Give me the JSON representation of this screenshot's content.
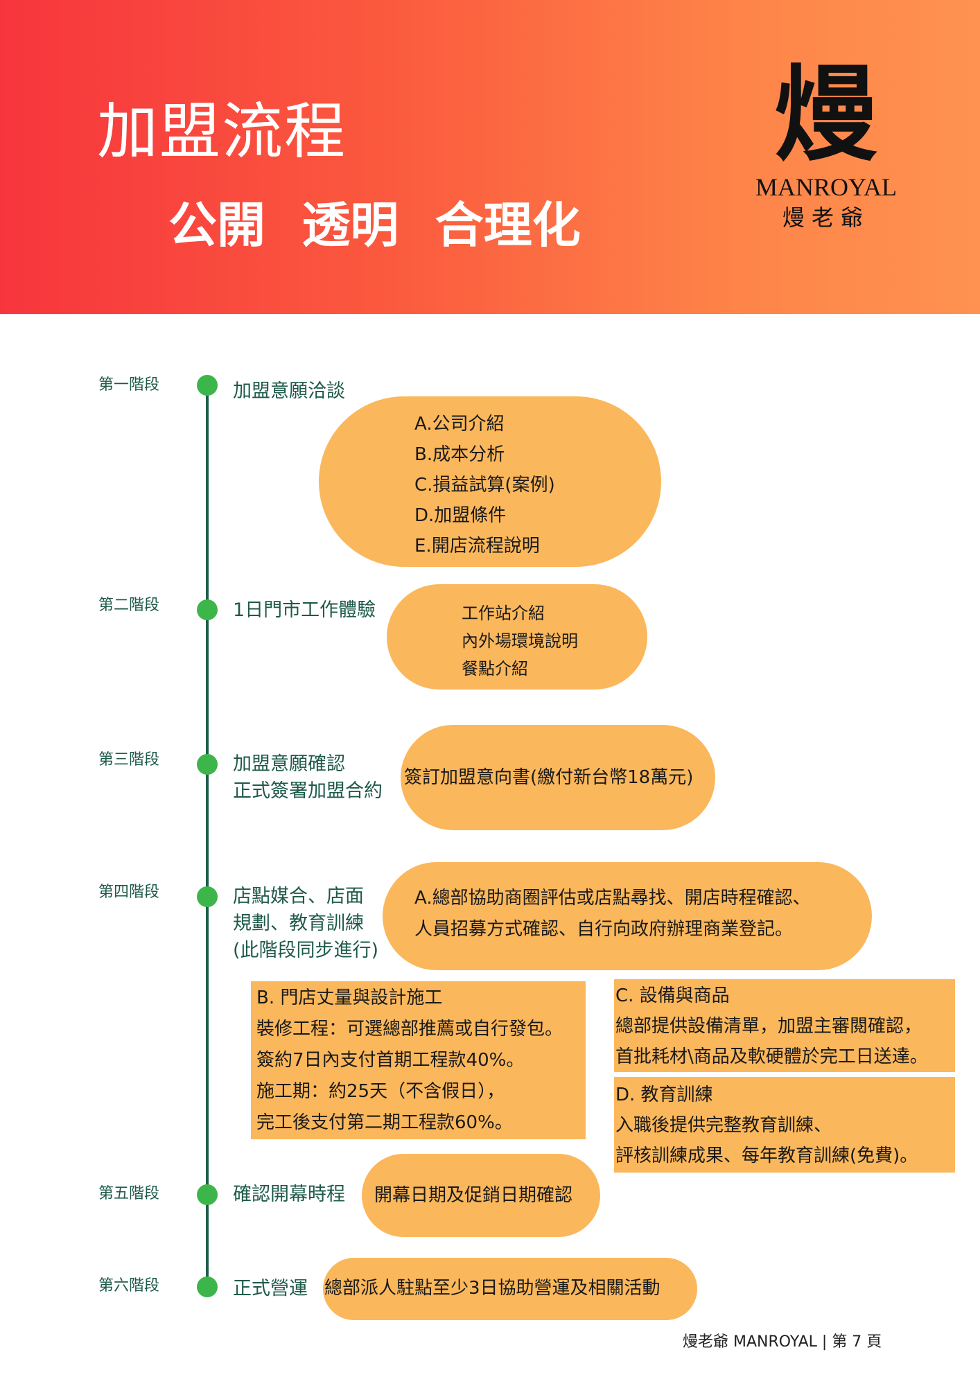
{
  "header": {
    "title": "加盟流程",
    "subtitle": "公開 透明 合理化",
    "logo_glyph": "熳",
    "logo_en": "MANROYAL",
    "logo_zh": "熳老爺",
    "gradient_start": "#f7353d",
    "gradient_end": "#ff9250"
  },
  "colors": {
    "pill": "#fbb75b",
    "timeline": "#1d5c4a",
    "dot": "#3cb54a",
    "text_green": "#1e5a4a"
  },
  "stages": [
    {
      "stage": "第一階段",
      "title_lines": [
        "加盟意願洽談"
      ],
      "detail_lines": [
        "A.公司介紹",
        "B.成本分析",
        "C.損益試算(案例)",
        "D.加盟條件",
        "E.開店流程說明"
      ]
    },
    {
      "stage": "第二階段",
      "title_lines": [
        "1日門市工作體驗"
      ],
      "detail_lines": [
        "工作站介紹",
        "內外場環境說明",
        "餐點介紹"
      ]
    },
    {
      "stage": "第三階段",
      "title_lines": [
        "加盟意願確認",
        "正式簽署加盟合約"
      ],
      "detail_lines": [
        "簽訂加盟意向書(繳付新台幣18萬元)"
      ]
    },
    {
      "stage": "第四階段",
      "title_lines": [
        "店點媒合、店面",
        "規劃、教育訓練",
        "(此階段同步進行)"
      ],
      "detail_lines": [
        "A.總部協助商圈評估或店點尋找、開店時程確認、",
        "人員招募方式確認、自行向政府辦理商業登記。"
      ],
      "box_b": [
        "B. 門店丈量與設計施工",
        "裝修工程：可選總部推薦或自行發包。",
        "簽約7日內支付首期工程款40%。",
        "施工期：約25天（不含假日），",
        "完工後支付第二期工程款60%。"
      ],
      "box_c": [
        "C. 設備與商品",
        "總部提供設備清單，加盟主審閱確認，",
        "首批耗材\\商品及軟硬體於完工日送達。"
      ],
      "box_d": [
        "D. 教育訓練",
        "入職後提供完整教育訓練、",
        "評核訓練成果、每年教育訓練(免費)。"
      ]
    },
    {
      "stage": "第五階段",
      "title_lines": [
        "確認開幕時程"
      ],
      "detail_lines": [
        "開幕日期及促銷日期確認"
      ]
    },
    {
      "stage": "第六階段",
      "title_lines": [
        "正式營運"
      ],
      "detail_lines": [
        "總部派人駐點至少3日協助營運及相關活動"
      ]
    }
  ],
  "footer": "熳老爺 MANROYAL | 第 7 頁"
}
